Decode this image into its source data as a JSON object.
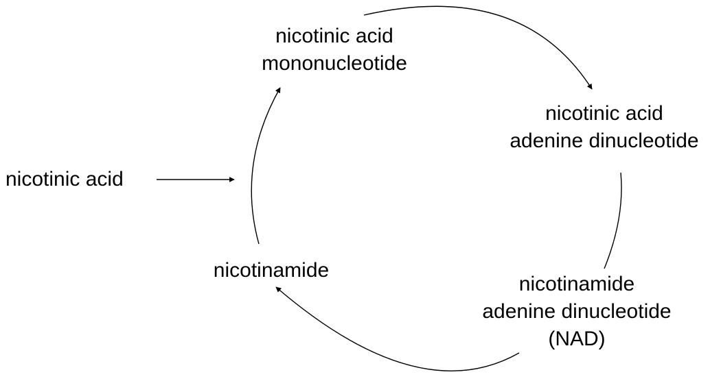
{
  "diagram": {
    "nicotinic_acid": "nicotinic acid",
    "namn": {
      "line1": "nicotinic acid",
      "line2": "mononucleotide"
    },
    "naad": {
      "line1": "nicotinic acid",
      "line2": "adenine dinucleotide"
    },
    "nicotinamide": "nicotinamide",
    "nad": {
      "line1": "nicotinamide",
      "line2": "adenine dinucleotide",
      "line3": "(NAD)"
    }
  }
}
